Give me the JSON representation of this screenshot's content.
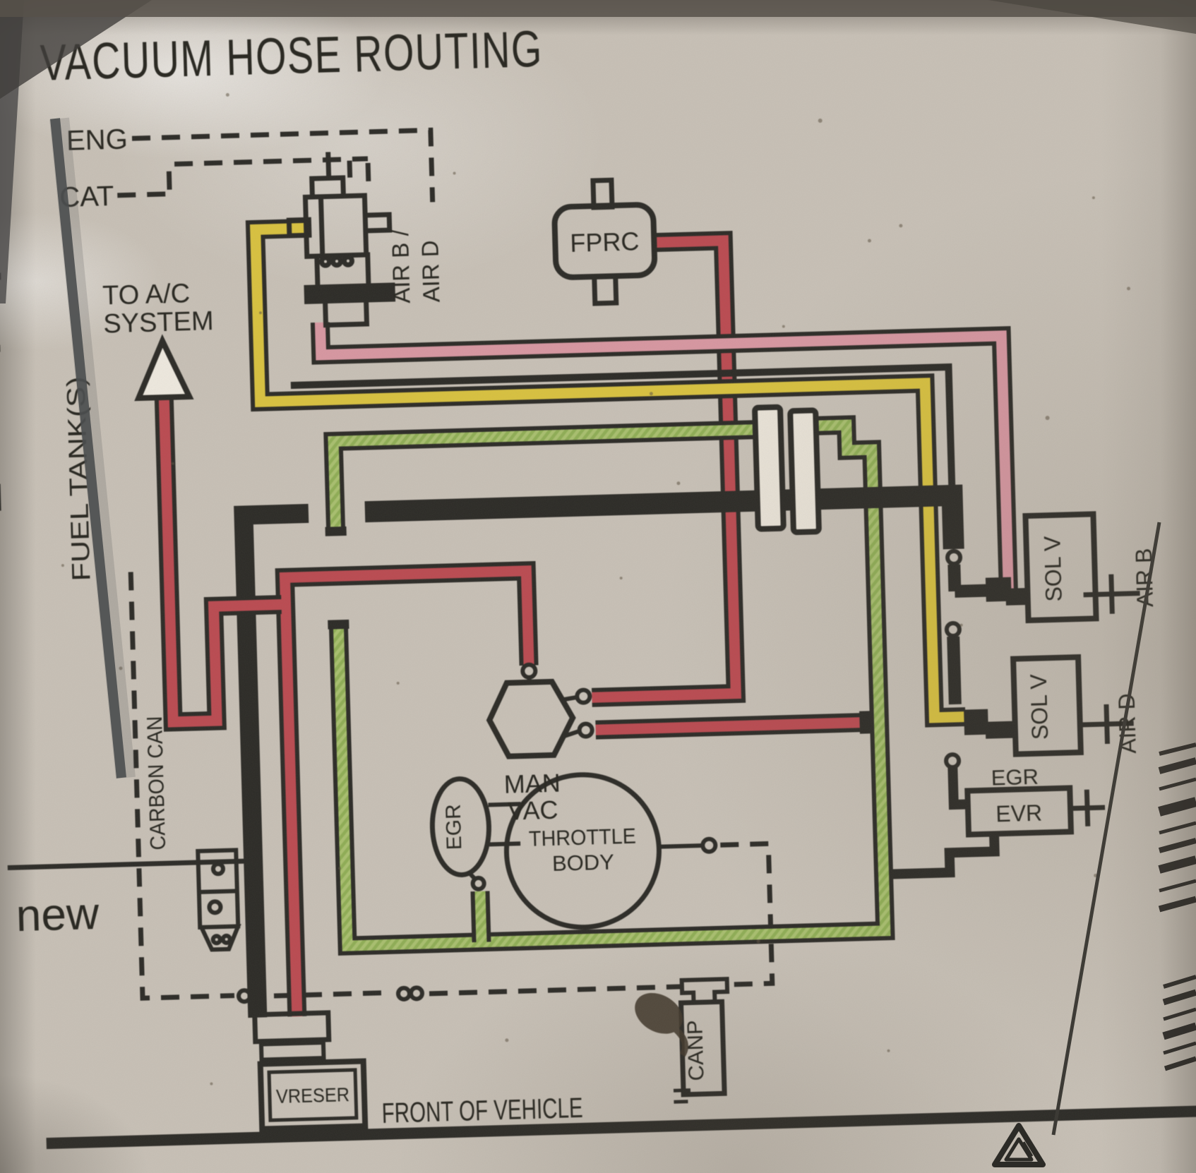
{
  "title": "VACUUM HOSE ROUTING",
  "labels": {
    "eng": "ENG",
    "cat": "CAT",
    "to_ac": {
      "line1": "TO A/C",
      "line2": "SYSTEM"
    },
    "fuel_tanks": "FUEL TANK(S)",
    "valve_ports": {
      "air_b": "AIR B /",
      "air_d": "AIR D"
    },
    "fprc": "FPRC",
    "man_vac": {
      "line1": "MAN",
      "line2": "VAC"
    },
    "throttle_body": {
      "line1": "THROTTLE",
      "line2": "BODY"
    },
    "egr_port": "EGR",
    "carbon_can": "CARBON CAN",
    "vreser": "VRESER",
    "canp": "CANP",
    "front_of_vehicle": "FRONT OF VEHICLE",
    "sol_v_air_b": "SOL V",
    "sol_v_air_d": "SOL V",
    "air_b": "AIR B",
    "air_d": "AIR D",
    "egr": "EGR",
    "evr": "EVR",
    "margin_note": "new"
  },
  "colors": {
    "red": "#bb4a51",
    "yellow": "#d9c23f",
    "green": "#a9c06f",
    "green_dark": "#8fae55",
    "pink": "#d897a2",
    "black": "#2b2a26",
    "text": "#26251f",
    "paper": "#c8c1b7"
  }
}
